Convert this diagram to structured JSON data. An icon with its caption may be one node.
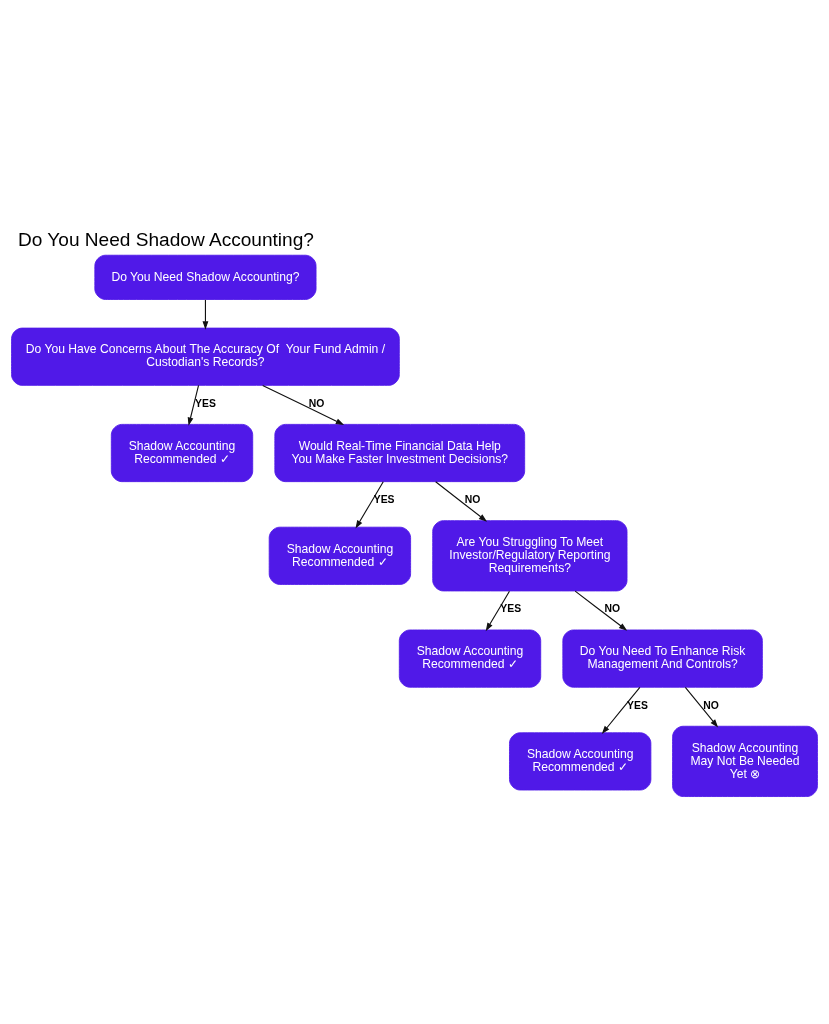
{
  "diagram": {
    "title": "Do You Need Shadow Accounting?",
    "nodes": [
      {
        "text": [
          "Do You Need Shadow Accounting?"
        ]
      },
      {
        "text": [
          "Do You Have Concerns About The Accuracy Of  Your Fund Admin / Custodian's Records?"
        ]
      },
      {
        "text": [
          "Shadow Accounting Recommended ✓"
        ]
      },
      {
        "text": [
          "Would Real-Time Financial Data Help You Make Faster Investment Decisions?"
        ]
      },
      {
        "text": [
          "Shadow Accounting Recommended ✓"
        ]
      },
      {
        "text": [
          "Are You Struggling To Meet Investor/Regulatory Reporting Requirements?"
        ]
      },
      {
        "text": [
          "Shadow Accounting Recommended ✓"
        ]
      },
      {
        "text": [
          "Do You Need To Enhance Risk Management And Controls?"
        ]
      },
      {
        "text": [
          "Shadow Accounting Recommended ✓"
        ]
      },
      {
        "text": [
          "Shadow Accounting May Not Be Needed Yet ⊗"
        ]
      }
    ],
    "edges": [
      {
        "from": 0,
        "to": 1,
        "arrow": "to"
      },
      {
        "from": 1,
        "to": 2,
        "arrow": "to",
        "label": "YES"
      },
      {
        "from": 1,
        "to": 3,
        "arrow": "to",
        "label": "NO"
      },
      {
        "from": 3,
        "to": 4,
        "arrow": "to",
        "label": "YES"
      },
      {
        "from": 3,
        "to": 5,
        "arrow": "to",
        "label": "NO"
      },
      {
        "from": 5,
        "to": 6,
        "arrow": "to",
        "label": "YES"
      },
      {
        "from": 5,
        "to": 7,
        "arrow": "to",
        "label": "NO"
      },
      {
        "from": 7,
        "to": 8,
        "arrow": "to",
        "label": "YES"
      },
      {
        "from": 7,
        "to": 9,
        "arrow": "to",
        "label": "NO"
      }
    ]
  }
}
